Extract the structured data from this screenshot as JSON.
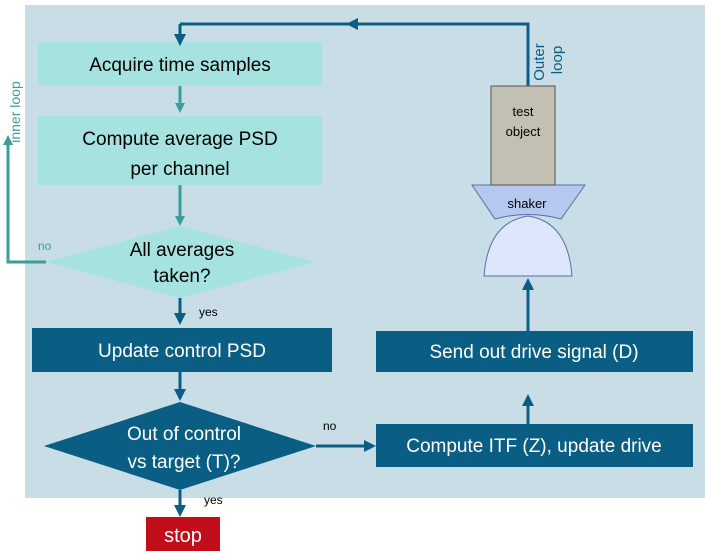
{
  "colors": {
    "panel": "#c8dde6",
    "light_teal": "#a6e3e0",
    "inner_loop": "#3a9e9a",
    "dark_blue": "#0b5e83",
    "stop_red": "#c10e1a",
    "test_object": "#c2c0b2",
    "shaker_top": "#b5c8f0",
    "shaker_bottom": "#dde6fb"
  },
  "nodes": {
    "acquire": "Acquire time samples",
    "compute_psd_line1": "Compute average PSD",
    "compute_psd_line2": "per channel",
    "averages_line1": "All averages",
    "averages_line2": "taken?",
    "update_psd": "Update control PSD",
    "out_of_control_line1": "Out of control",
    "out_of_control_line2": "vs target (T)?",
    "compute_itf": "Compute ITF (Z), update drive",
    "send_drive": "Send out drive signal (D)",
    "stop": "stop"
  },
  "labels": {
    "no_inner": "no",
    "yes_averages": "yes",
    "no_control": "no",
    "yes_control": "yes",
    "inner_loop": "inner loop",
    "outer_loop_line1": "Outer",
    "outer_loop_line2": "loop",
    "test_object_line1": "test",
    "test_object_line2": "object",
    "shaker": "shaker"
  }
}
